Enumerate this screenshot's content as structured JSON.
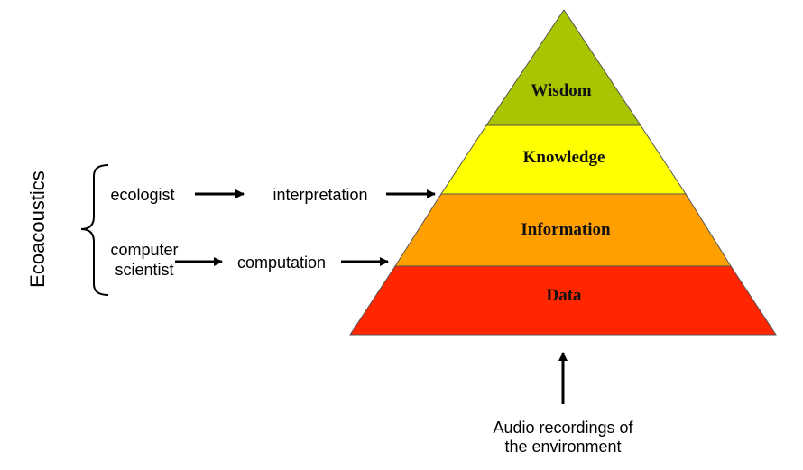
{
  "pyramid": {
    "levels": [
      {
        "label": "Wisdom",
        "color": "#a9c400"
      },
      {
        "label": "Knowledge",
        "color": "#ffff00"
      },
      {
        "label": "Information",
        "color": "#ffa000"
      },
      {
        "label": "Data",
        "color": "#ff2600"
      }
    ]
  },
  "left": {
    "group_label": "Ecoacoustics",
    "role_ecologist": "ecologist",
    "role_computer_line1": "computer",
    "role_computer_line2": "scientist",
    "action_interpretation": "interpretation",
    "action_computation": "computation"
  },
  "bottom": {
    "line1": "Audio recordings of",
    "line2": "the environment"
  }
}
